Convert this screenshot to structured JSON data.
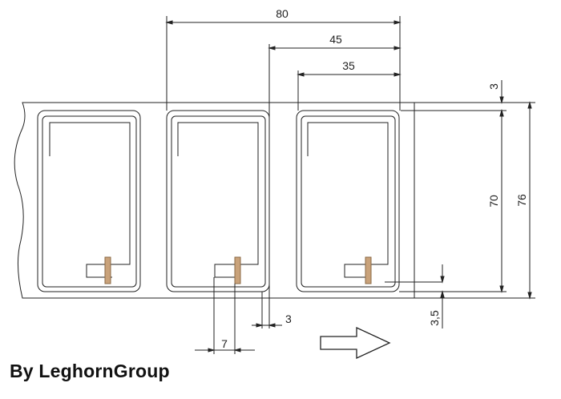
{
  "dimensions": {
    "pitch_total": "80",
    "pitch": "45",
    "label_width": "35",
    "top_margin": "3",
    "label_height": "70",
    "web_height": "76",
    "gap": "3",
    "chip_offset": "7",
    "bottom_offset": "3,5"
  },
  "credit": "By LeghornGroup",
  "icons": {
    "feed_direction": "arrow-right-icon",
    "chip": "chip-icon"
  },
  "colors": {
    "line": "#222222",
    "chip": "#c9a27a",
    "background": "#ffffff"
  }
}
